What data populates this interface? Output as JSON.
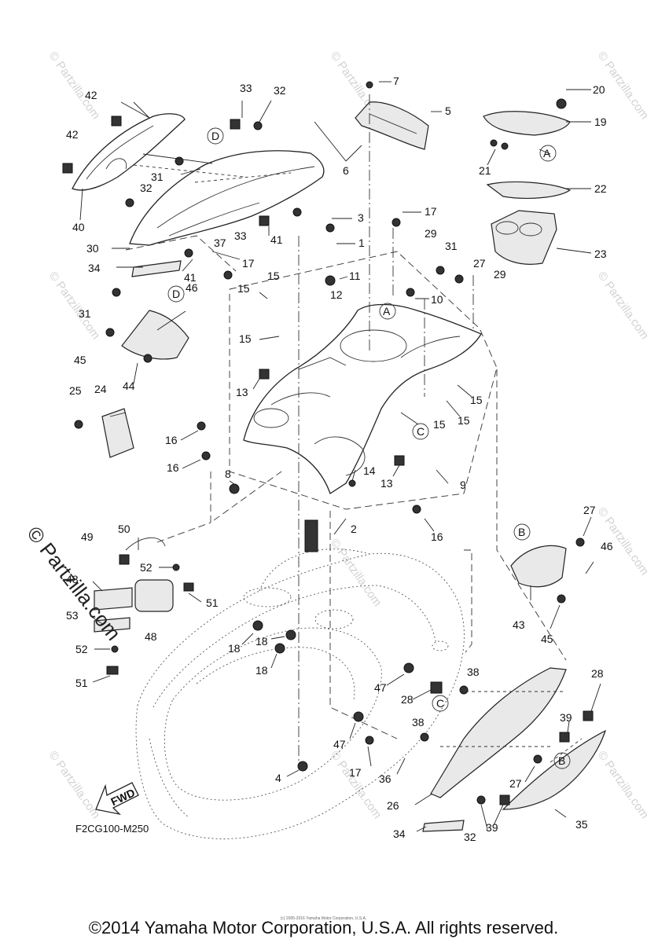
{
  "diagram": {
    "code": "F2CG100-M250",
    "fwd_label": "FWD",
    "callouts": [
      {
        "id": "A",
        "text": "A"
      },
      {
        "id": "A2",
        "text": "A"
      },
      {
        "id": "B",
        "text": "B"
      },
      {
        "id": "B2",
        "text": "B"
      },
      {
        "id": "C",
        "text": "C"
      },
      {
        "id": "C2",
        "text": "C"
      },
      {
        "id": "D",
        "text": "D"
      },
      {
        "id": "D2",
        "text": "D"
      }
    ],
    "part_labels": [
      "1",
      "2",
      "3",
      "4",
      "5",
      "6",
      "7",
      "8",
      "9",
      "10",
      "11",
      "12",
      "13",
      "13",
      "14",
      "15",
      "15",
      "15",
      "15",
      "15",
      "15",
      "16",
      "16",
      "16",
      "17",
      "17",
      "17",
      "17",
      "18",
      "18",
      "18",
      "19",
      "20",
      "21",
      "22",
      "23",
      "24",
      "25",
      "26",
      "27",
      "27",
      "27",
      "28",
      "28",
      "29",
      "29",
      "30",
      "31",
      "31",
      "31",
      "32",
      "32",
      "32",
      "33",
      "33",
      "34",
      "34",
      "35",
      "36",
      "37",
      "38",
      "38",
      "39",
      "39",
      "40",
      "41",
      "41",
      "42",
      "42",
      "43",
      "44",
      "45",
      "45",
      "46",
      "46",
      "47",
      "47",
      "48",
      "48",
      "49",
      "50",
      "51",
      "51",
      "52",
      "52",
      "53"
    ]
  },
  "watermark": {
    "site": "© Partzilla.com",
    "side": "© Partzilla.com"
  },
  "footer": {
    "tiny_copyright": "(c) 2005-2016 Yamaha Motor Corporation, U.S.A.",
    "copyright": "©2014 Yamaha Motor Corporation, U.S.A. All rights reserved."
  }
}
